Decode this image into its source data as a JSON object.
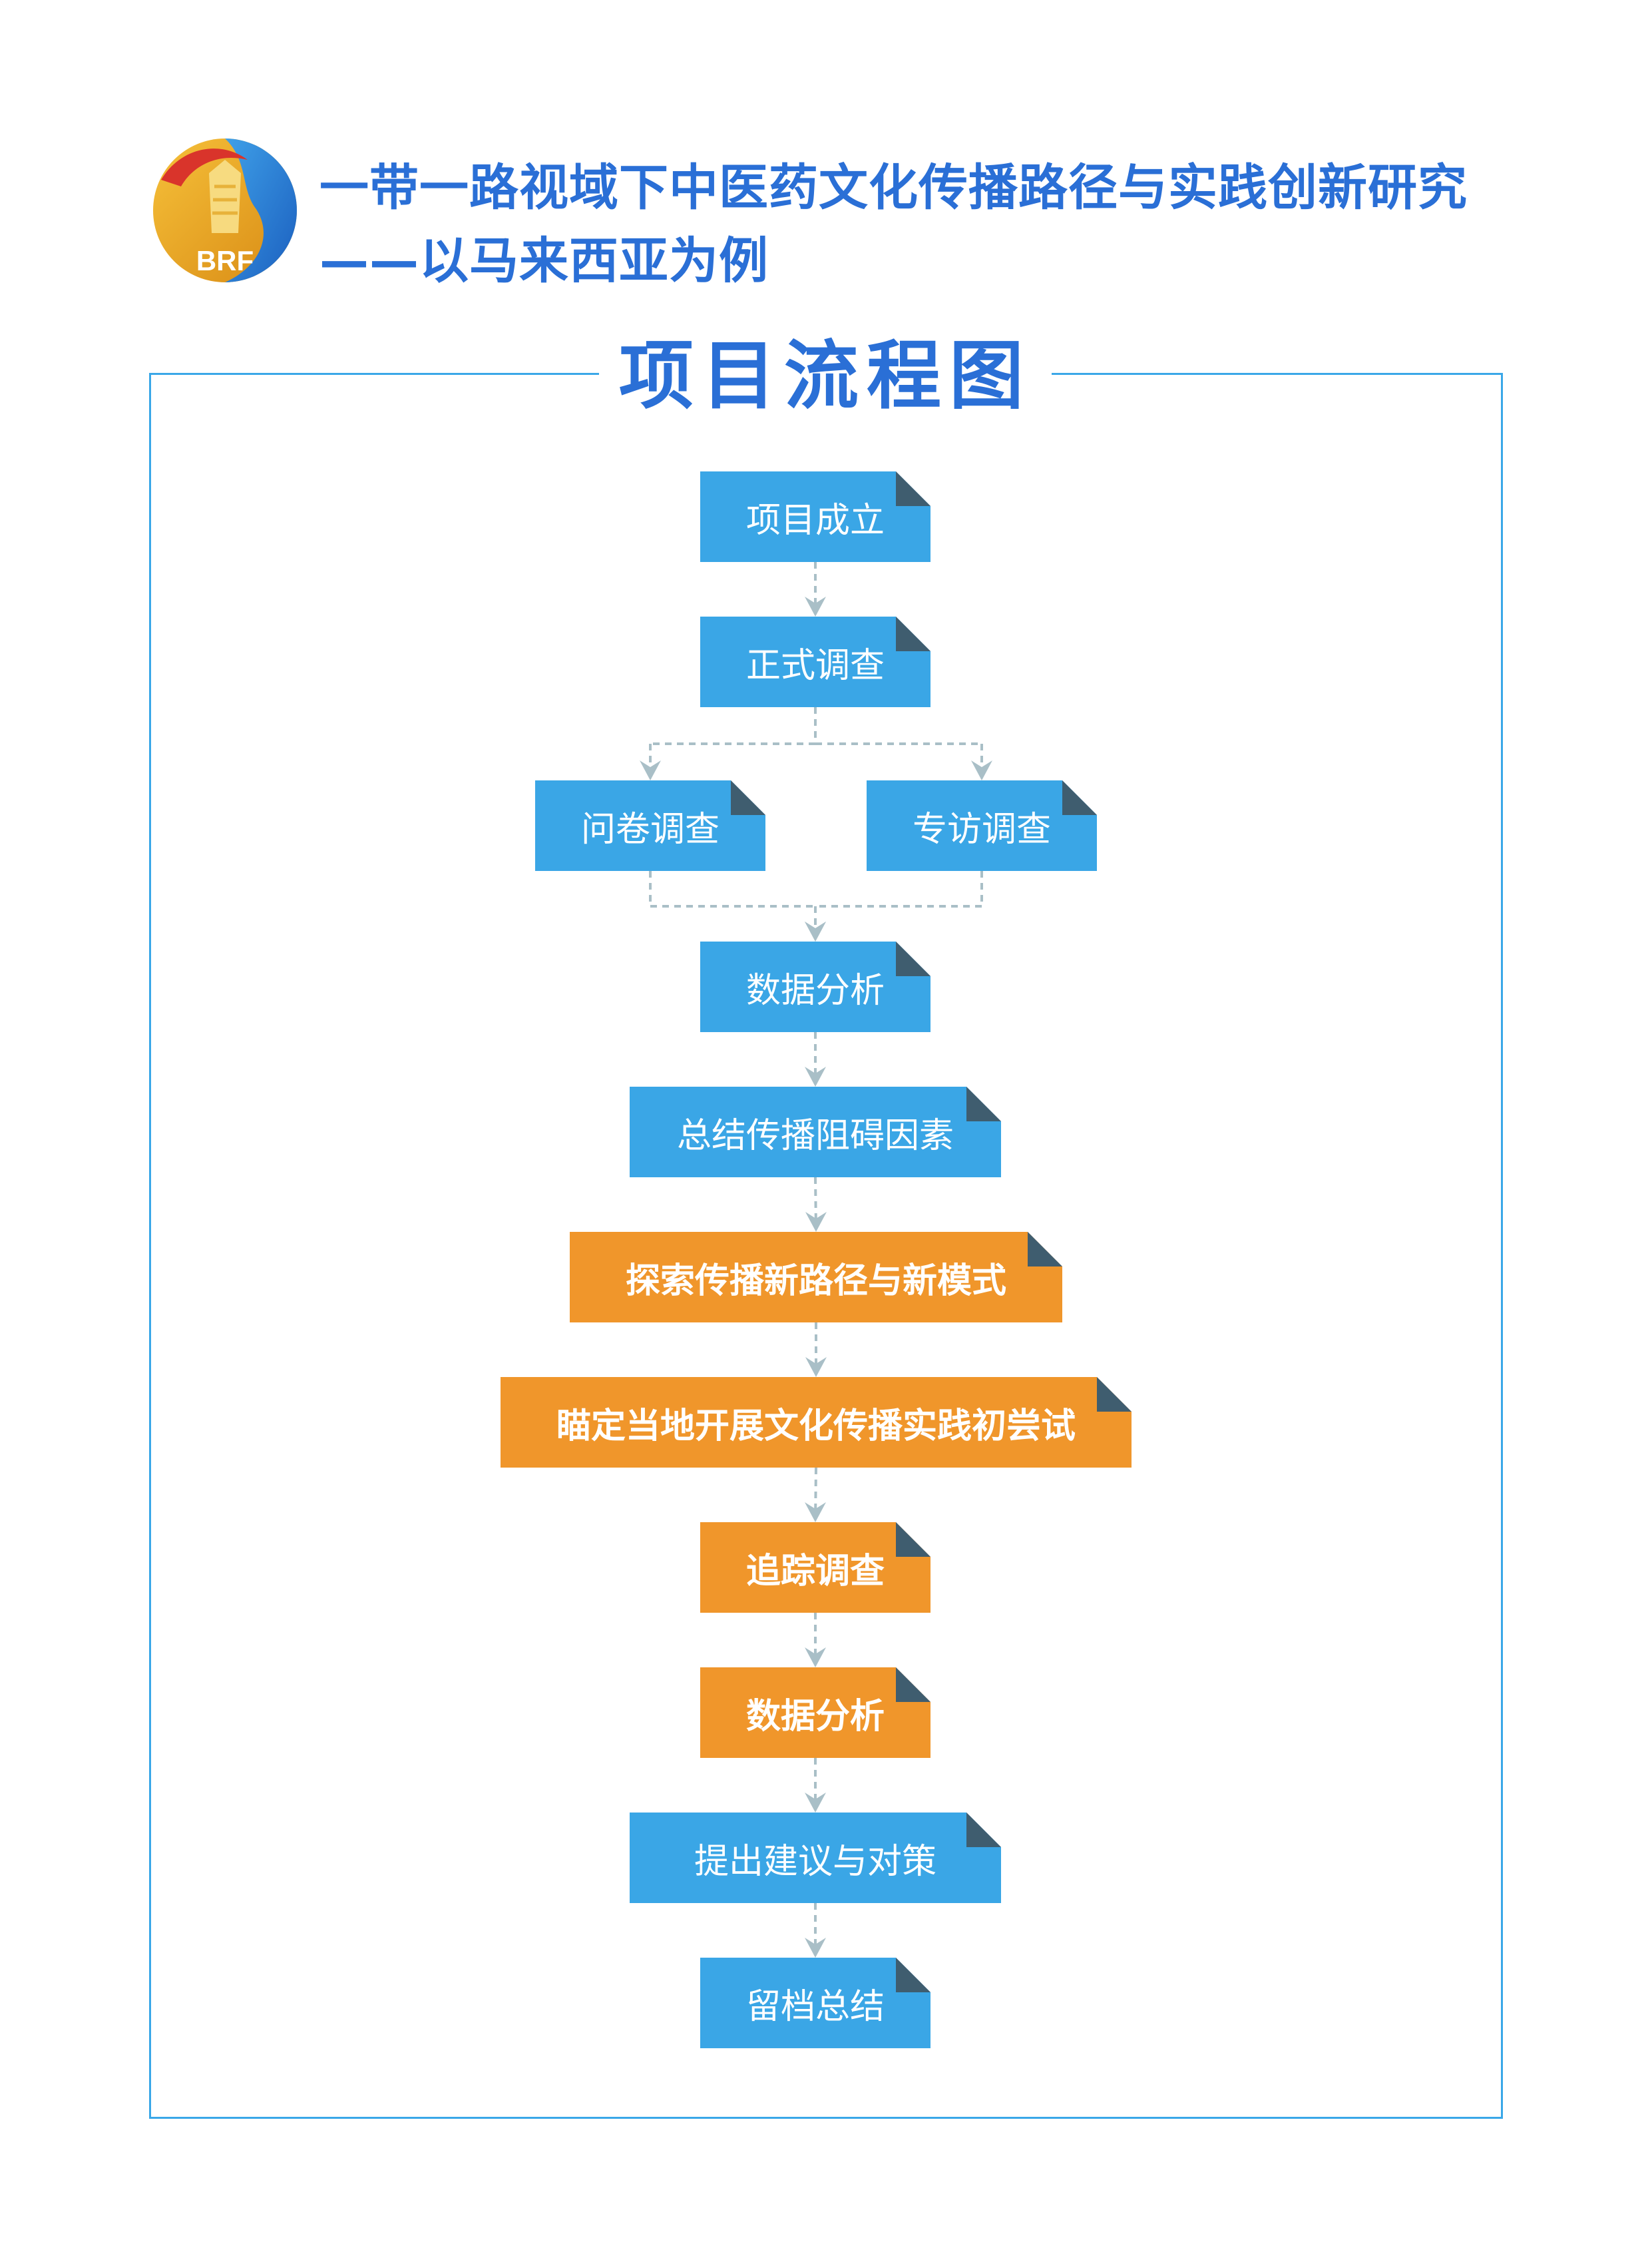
{
  "header": {
    "logo_text": "BRF",
    "title_line1": "一带一路视域下中医药文化传播路径与实践创新研究",
    "title_line2": "——以马来西亚为例"
  },
  "flowchart": {
    "title": "项目流程图",
    "nodes": [
      {
        "id": "n1",
        "label": "项目成立",
        "color": "#3aa6e6"
      },
      {
        "id": "n2",
        "label": "正式调查",
        "color": "#3aa6e6"
      },
      {
        "id": "n3a",
        "label": "问卷调查",
        "color": "#3aa6e6"
      },
      {
        "id": "n3b",
        "label": "专访调查",
        "color": "#3aa6e6"
      },
      {
        "id": "n4",
        "label": "数据分析",
        "color": "#3aa6e6"
      },
      {
        "id": "n5",
        "label": "总结传播阻碍因素",
        "color": "#3aa6e6"
      },
      {
        "id": "n6",
        "label": "探索传播新路径与新模式",
        "color": "#f0962b"
      },
      {
        "id": "n7",
        "label": "瞄定当地开展文化传播实践初尝试",
        "color": "#f0962b"
      },
      {
        "id": "n8",
        "label": "追踪调查",
        "color": "#f0962b"
      },
      {
        "id": "n9",
        "label": "数据分析",
        "color": "#f0962b"
      },
      {
        "id": "n10",
        "label": "提出建议与对策",
        "color": "#3aa6e6"
      },
      {
        "id": "n11",
        "label": "留档总结",
        "color": "#3aa6e6"
      }
    ],
    "edges": [
      [
        "n1",
        "n2"
      ],
      [
        "n2",
        "n3a"
      ],
      [
        "n2",
        "n3b"
      ],
      [
        "n3a",
        "n4"
      ],
      [
        "n3b",
        "n4"
      ],
      [
        "n4",
        "n5"
      ],
      [
        "n5",
        "n6"
      ],
      [
        "n6",
        "n7"
      ],
      [
        "n7",
        "n8"
      ],
      [
        "n8",
        "n9"
      ],
      [
        "n9",
        "n10"
      ],
      [
        "n10",
        "n11"
      ]
    ]
  }
}
